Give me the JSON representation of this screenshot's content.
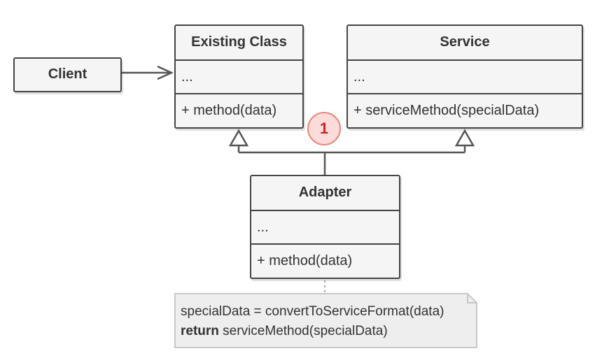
{
  "diagram": {
    "client": {
      "title": "Client"
    },
    "existing_class": {
      "title": "Existing Class",
      "fields": "...",
      "method": "+ method(data)"
    },
    "service": {
      "title": "Service",
      "fields": "...",
      "method": "+ serviceMethod(specialData)"
    },
    "adapter": {
      "title": "Adapter",
      "fields": "...",
      "method": "+ method(data)"
    },
    "step_badge": "1",
    "note": {
      "line1": "specialData = convertToServiceFormat(data)",
      "line2_keyword": "return",
      "line2_rest": " serviceMethod(specialData)"
    }
  },
  "colors": {
    "border": "#444444",
    "box_fill": "#f5f5f5",
    "badge_fill": "#fbdcd8",
    "badge_border": "#e8877e",
    "badge_text": "#c8262d",
    "note_fill": "#eeeeee",
    "note_border": "#c8c8c8",
    "connector": "#555555"
  }
}
